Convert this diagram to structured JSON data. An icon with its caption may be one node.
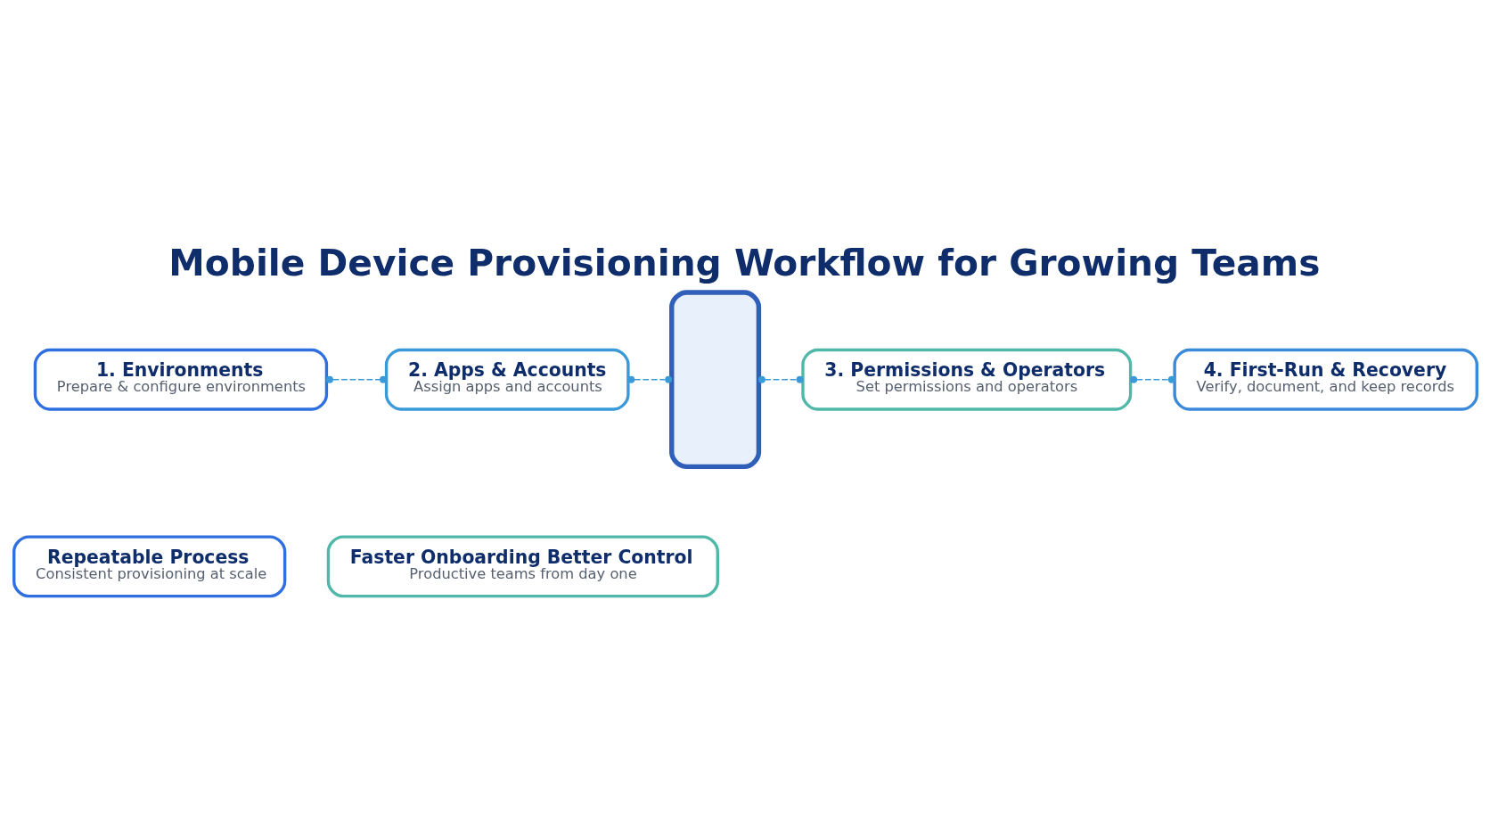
{
  "diagram": {
    "title": "Mobile Device Provisioning Workflow for Growing Teams",
    "nodes": [
      {
        "text": [
          "1. Environments",
          "Prepare & configure environments"
        ]
      },
      {
        "text": [
          "2. Apps & Accounts",
          "Assign apps and accounts"
        ]
      },
      {
        "text": [],
        "shape": "box"
      },
      {
        "text": [
          "3. Permissions & Operators",
          "Set permissions and operators"
        ]
      },
      {
        "text": [
          "4. First-Run & Recovery",
          "Verify, document, and keep records"
        ]
      },
      {
        "text": [
          "Repeatable Process",
          "Consistent provisioning at scale"
        ]
      },
      {
        "text": [
          "Faster Onboarding Better Control",
          "Productive teams from day one"
        ]
      }
    ],
    "edges": [
      {
        "from": 0,
        "to": 1,
        "arrow": "other",
        "style": "dashed"
      },
      {
        "from": 1,
        "to": 2,
        "arrow": "other",
        "style": "dashed"
      },
      {
        "from": 2,
        "to": 3,
        "arrow": "other",
        "style": "dashed"
      },
      {
        "from": 3,
        "to": 4,
        "arrow": "other",
        "style": "dashed"
      }
    ]
  }
}
